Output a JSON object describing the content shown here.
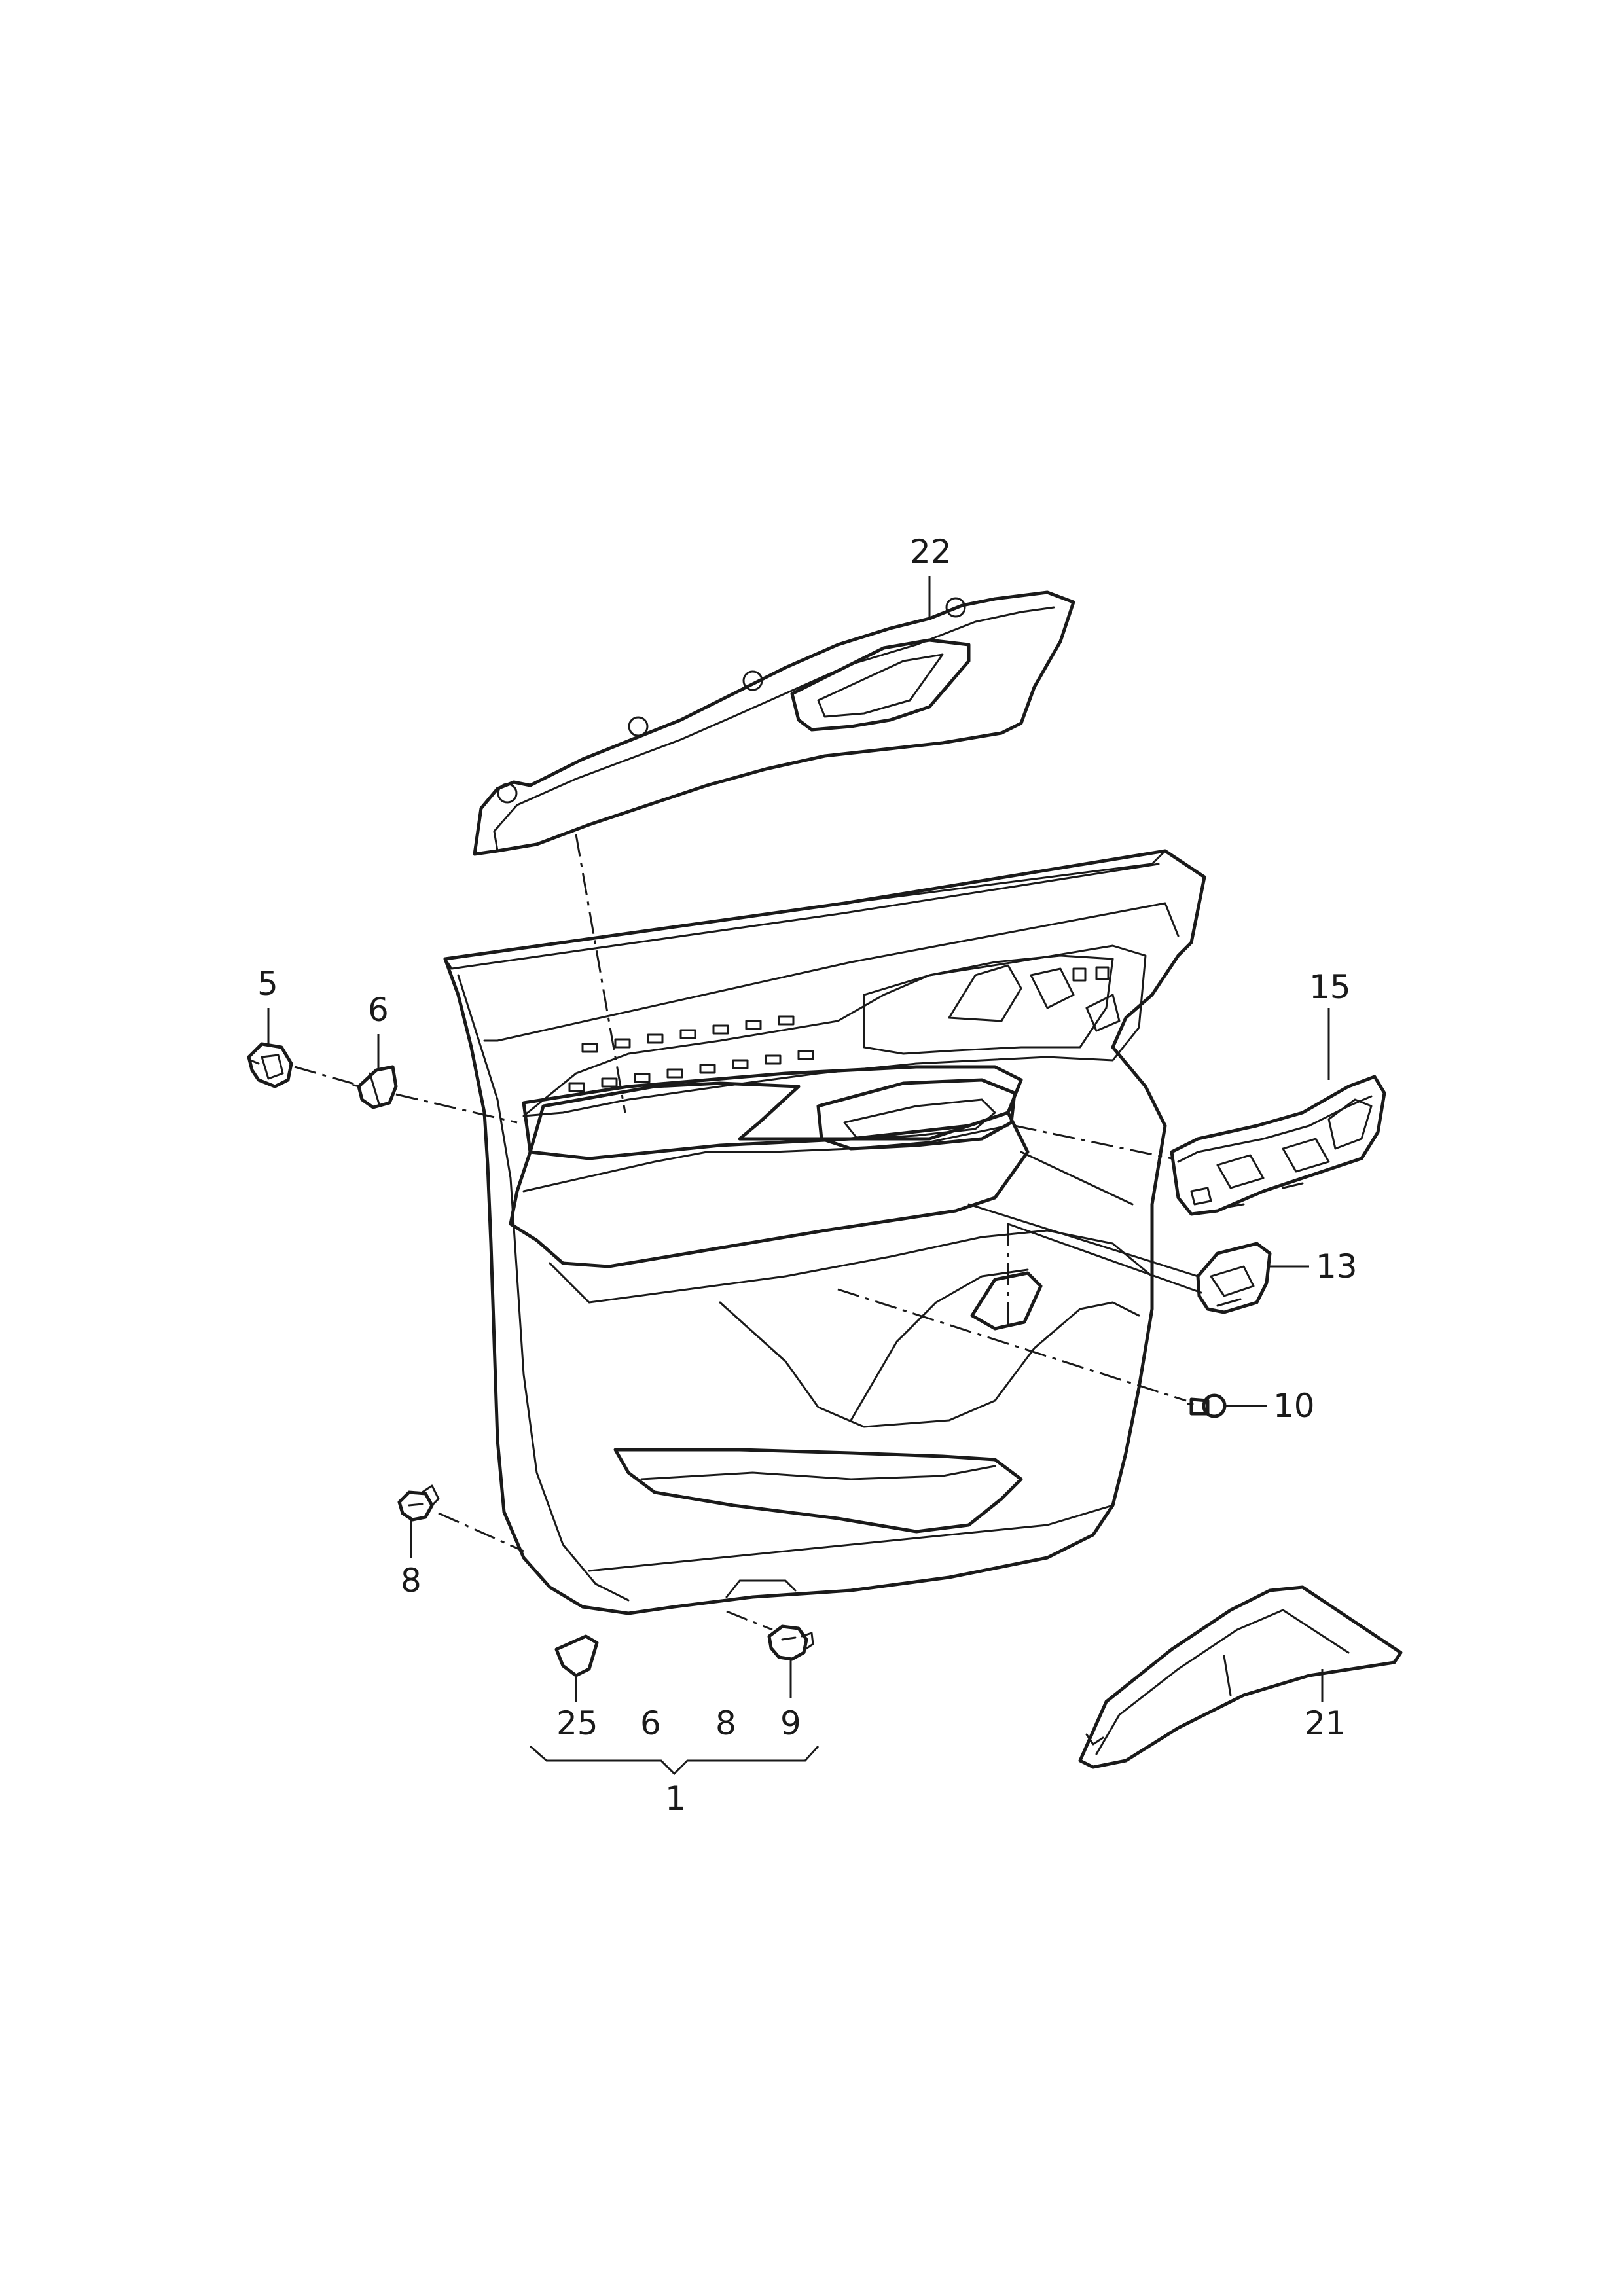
{
  "callouts": {
    "c22": "22",
    "c5": "5",
    "c6": "6",
    "c15": "15",
    "c13": "13",
    "c10": "10",
    "c8": "8",
    "c25": "25",
    "c6b": "6",
    "c8b": "8",
    "c9": "9",
    "c1": "1",
    "c21": "21"
  }
}
